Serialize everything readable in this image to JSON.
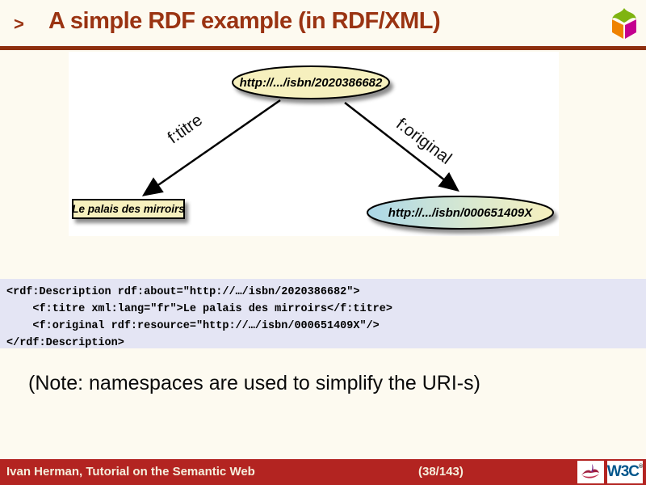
{
  "title_bar": {
    "bullet": ">",
    "title": "A simple RDF example (in RDF/XML)"
  },
  "diagram": {
    "top_node_label": "http://.../isbn/2020386682",
    "left_edge_label": "f:titre",
    "right_edge_label": "f:original",
    "literal_node_label": "Le palais des mirroirs",
    "right_node_label": "http://.../isbn/000651409X"
  },
  "code_block": {
    "lines": [
      "<rdf:Description rdf:about=\"http://…/isbn/2020386682\">",
      "    <f:titre xml:lang=\"fr\">Le palais des mirroirs</f:titre>",
      "    <f:original rdf:resource=\"http://…/isbn/000651409X\"/>",
      "</rdf:Description>"
    ]
  },
  "note": "(Note: namespaces are used to simplify the URI-s)",
  "footer": {
    "credit": "Ivan Herman, Tutorial on the Semantic Web",
    "page_number": "(38/143)",
    "w3c_label": "W3C",
    "w3c_reg": "®"
  },
  "colors": {
    "title_red": "#9A3312",
    "rule_red": "#8E2F0F",
    "footer_red": "#B32421",
    "footer_text": "#F5EEDC",
    "code_bg": "#E4E5F4",
    "node_yellow": "#F6F0BE",
    "node_blue": "#ABD7E8",
    "w3c_blue": "#01568C",
    "page_bg": "#FDFAF0"
  }
}
